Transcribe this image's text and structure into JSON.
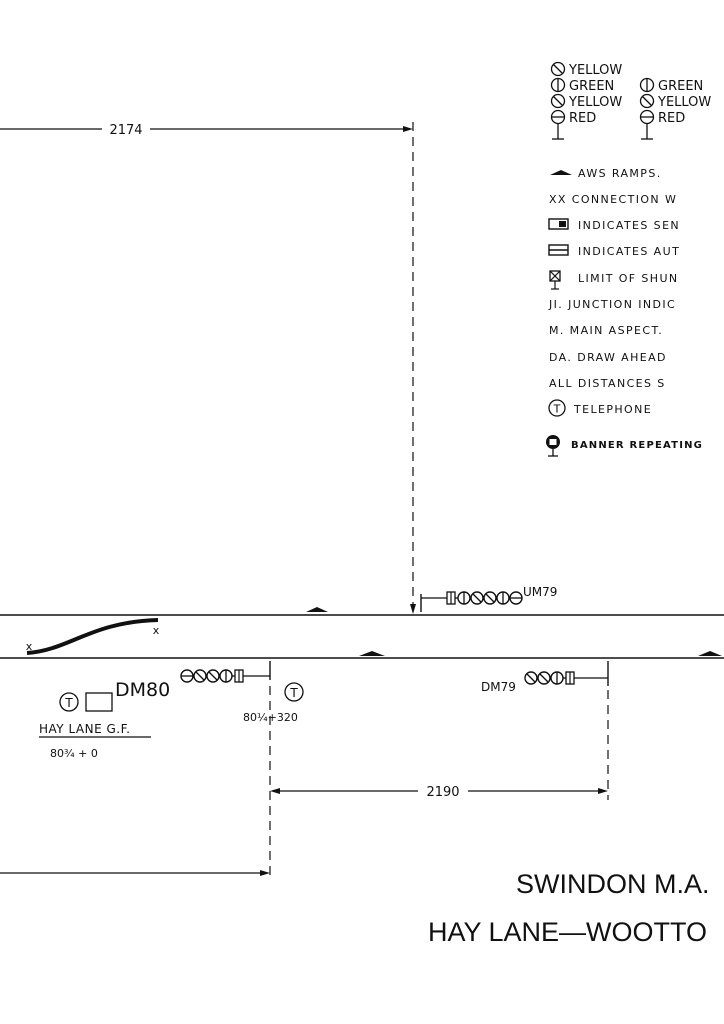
{
  "legend": {
    "sig_a": [
      "YELLOW",
      "GREEN",
      "YELLOW",
      "RED"
    ],
    "sig_b": [
      "GREEN",
      "YELLOW",
      "RED"
    ],
    "items": [
      "AWS RAMPS.",
      "XX CONNECTION W",
      "INDICATES SEN",
      "INDICATES AUT",
      "LIMIT OF SHUN",
      "JI. JUNCTION INDIC",
      "M. MAIN ASPECT.",
      "DA. DRAW AHEAD",
      "ALL DISTANCES S",
      "TELEPHONE",
      "BANNER REPEATING"
    ]
  },
  "dimensions": {
    "top": "2174",
    "bottom": "2190"
  },
  "signals": {
    "um79": "UM79",
    "dm80": "DM80",
    "dm79": "DM79"
  },
  "crossover": {
    "left_mark": "x",
    "right_mark": "x"
  },
  "locations": {
    "hay_lane": "HAY LANE G.F.",
    "hay_lane_mileage": "80¾ + 0",
    "mileage_2": "80¼+320",
    "telephone_symbol": "T"
  },
  "title_block": {
    "line1": "SWINDON M.A.",
    "line2": "HAY LANE—WOOTTO"
  }
}
